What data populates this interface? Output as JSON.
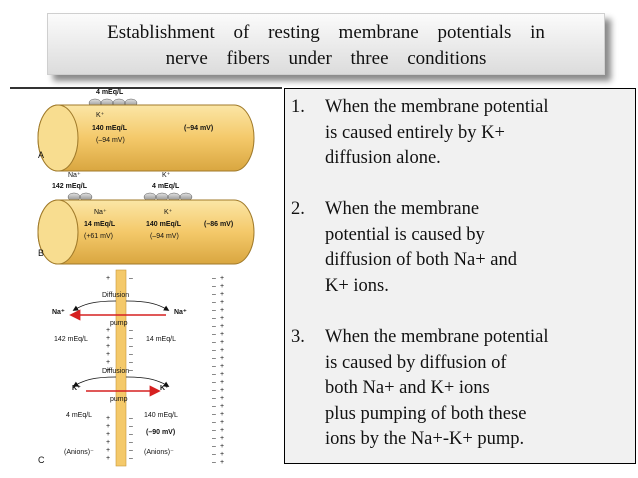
{
  "title": {
    "line1": "Establishment of resting membrane potentials in",
    "line2": "nerve fibers under three conditions"
  },
  "figure": {
    "panel_a": {
      "letter": "A",
      "k_out": "4 mEq/L",
      "k_ion": "K⁺",
      "k_in": "140 mEq/L",
      "nernst_k": "(–94 mV)",
      "potential": "(–94 mV)"
    },
    "panel_b": {
      "letter": "B",
      "na_ion": "Na⁺",
      "k_ion": "K⁺",
      "na_out": "142 mEq/L",
      "k_out": "4 mEq/L",
      "na_ion_in": "Na⁺",
      "k_ion_in": "K⁺",
      "na_in": "14 mEq/L",
      "k_in": "140 mEq/L",
      "nernst_na": "(+61 mV)",
      "nernst_k": "(–94 mV)",
      "potential": "(–86 mV)"
    },
    "panel_c": {
      "letter": "C",
      "diffusion_1": "Diffusion",
      "pump_1": "pump",
      "na_left": "Na⁺",
      "na_right": "Na⁺",
      "na_out": "142 mEq/L",
      "na_in": "14 mEq/L",
      "diffusion_2": "Diffusion",
      "pump_2": "pump",
      "k_left": "K⁺",
      "k_right": "K⁺",
      "k_out": "4 mEq/L",
      "k_in": "140 mEq/L",
      "potential": "(–90 mV)",
      "anions_out": "(Anions)⁻",
      "anions_in": "(Anions)⁻"
    }
  },
  "list": [
    {
      "number": "1.",
      "lines": [
        "When   the   membrane  potential",
        "is    caused   entirely   by   K+",
        "diffusion    alone."
      ]
    },
    {
      "number": "2.",
      "lines": [
        "When    the    membrane",
        "potential    is    caused    by",
        "diffusion    of    both    Na+    and",
        "K+    ions."
      ]
    },
    {
      "number": "3.",
      "lines": [
        "When    the    membrane  potential",
        "is    caused    by    diffusion    of",
        "both     Na+    and    K+    ions",
        "plus   pumping   of   both   these",
        "ions    by    the     Na+-K+    pump."
      ]
    }
  ]
}
